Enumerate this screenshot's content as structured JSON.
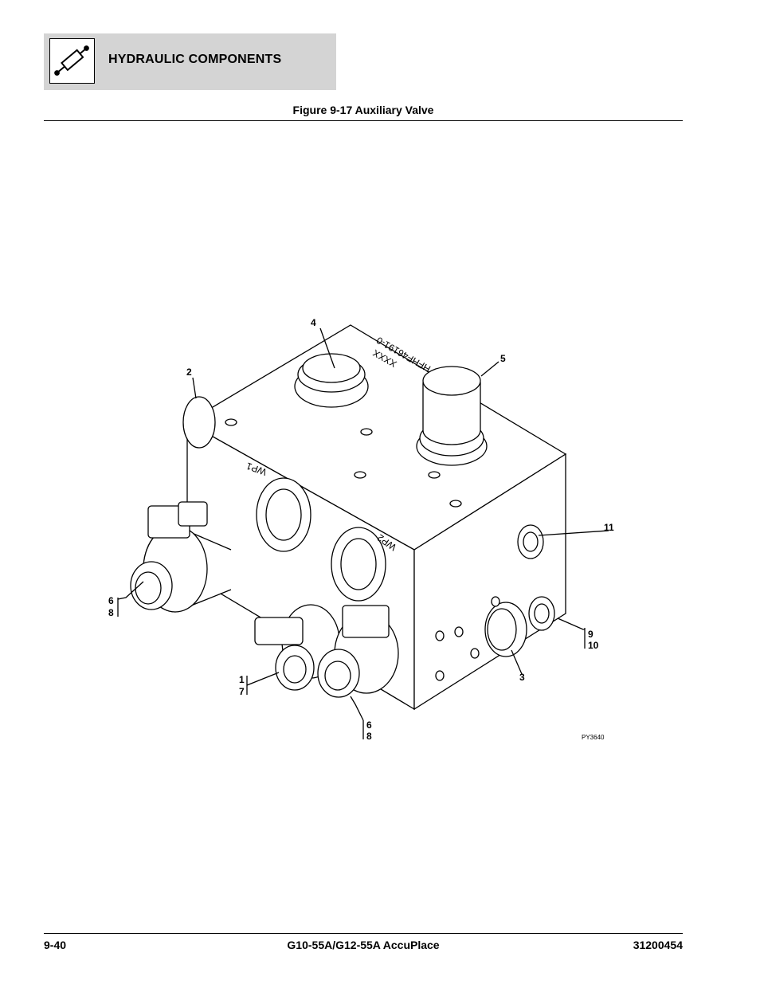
{
  "header": {
    "section_title": "HYDRAULIC COMPONENTS",
    "icon": "hydraulic-cylinder-icon"
  },
  "figure": {
    "title": "Figure 9-17 Auxiliary Valve",
    "reference": "PY3640",
    "block_markings": [
      "HFHF46191-0",
      "XXXX",
      "WP1",
      "WP2"
    ],
    "callouts": [
      "4",
      "2",
      "5",
      "11",
      "6",
      "8",
      "9",
      "10",
      "1",
      "7",
      "3",
      "6",
      "8"
    ]
  },
  "footer": {
    "page_number": "9-40",
    "model": "G10-55A/G12-55A AccuPlace",
    "doc_number": "31200454"
  }
}
